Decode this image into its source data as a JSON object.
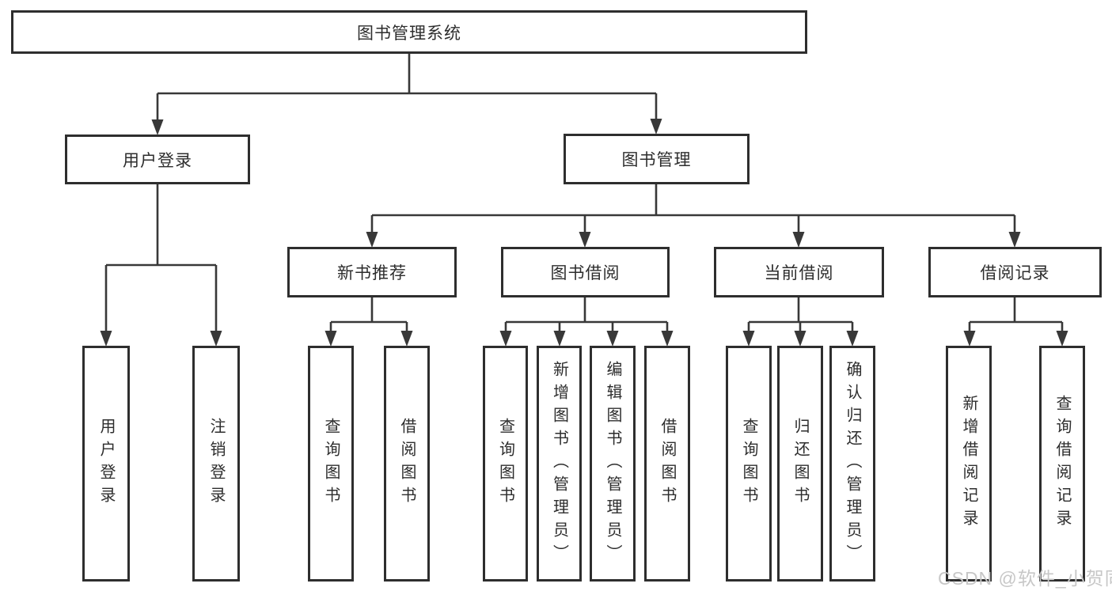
{
  "diagram": {
    "root": {
      "label": "图书管理系统"
    },
    "branches": [
      {
        "label": "用户登录",
        "children": [
          {
            "label": "用户登录"
          },
          {
            "label": "注销登录"
          }
        ]
      },
      {
        "label": "图书管理",
        "children": [
          {
            "label": "新书推荐",
            "children": [
              {
                "label": "查询图书"
              },
              {
                "label": "借阅图书"
              }
            ]
          },
          {
            "label": "图书借阅",
            "children": [
              {
                "label": "查询图书"
              },
              {
                "label": "新增图书（管理员）"
              },
              {
                "label": "编辑图书（管理员）"
              },
              {
                "label": "借阅图书"
              }
            ]
          },
          {
            "label": "当前借阅",
            "children": [
              {
                "label": "查询图书"
              },
              {
                "label": "归还图书"
              },
              {
                "label": "确认归还（管理员）"
              }
            ]
          },
          {
            "label": "借阅记录",
            "children": [
              {
                "label": "新增借阅记录"
              },
              {
                "label": "查询借阅记录"
              }
            ]
          }
        ]
      }
    ]
  },
  "watermark": {
    "text": "CSDN @软件_小贺同学"
  },
  "colors": {
    "line": "#383838",
    "box_border": "#2e2e2e",
    "text": "#2d2d2d",
    "watermark": "#c7c7c7",
    "background": "#ffffff"
  }
}
